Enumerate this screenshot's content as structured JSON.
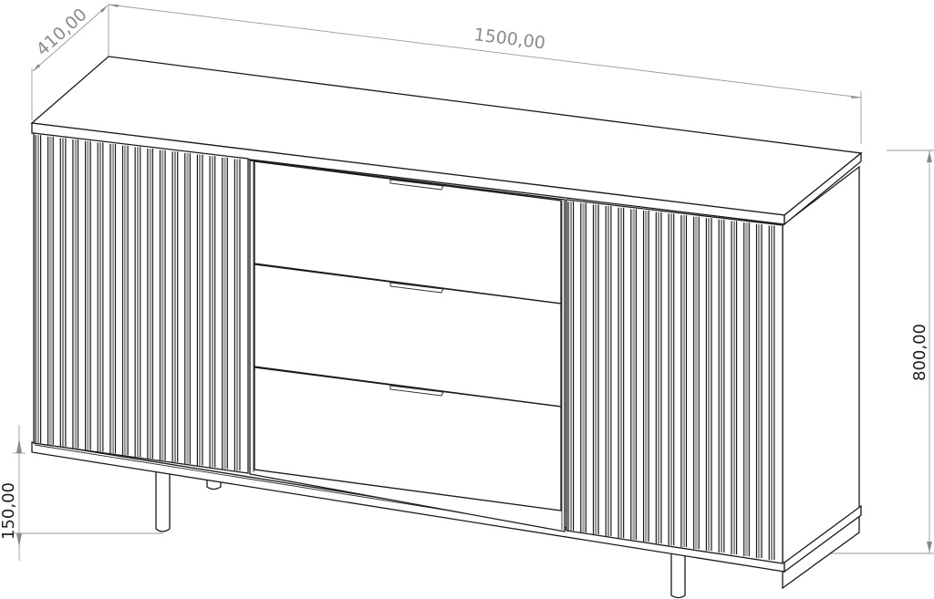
{
  "drawing": {
    "subject": "Sideboard with 3 drawers and 2 slatted doors",
    "units": "mm",
    "dimensions": {
      "depth": {
        "label": "410,00",
        "value": 410
      },
      "width": {
        "label": "1500,00",
        "value": 1500
      },
      "height": {
        "label": "800,00",
        "value": 800
      },
      "leg_height": {
        "label": "150,00",
        "value": 150
      }
    },
    "components": {
      "drawers": 3,
      "doors": 2,
      "legs": 4,
      "door_style": "vertical slats"
    },
    "colors": {
      "line": "#1a1a1a",
      "dimension_line": "#9a9a9a",
      "dimension_text": "#8c8c8c",
      "background": "#ffffff"
    }
  }
}
